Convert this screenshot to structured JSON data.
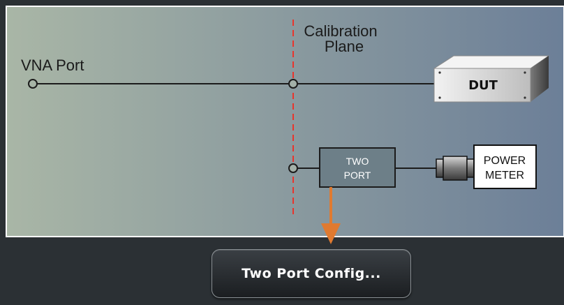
{
  "diagram": {
    "vna_port_label": "VNA Port",
    "calibration_plane_line1": "Calibration",
    "calibration_plane_line2": "Plane",
    "dut_label": "DUT",
    "two_port_line1": "TWO",
    "two_port_line2": "PORT",
    "power_meter_line1": "POWER",
    "power_meter_line2": "METER"
  },
  "colors": {
    "panel_left": "#a9b6a6",
    "panel_right": "#6d8098",
    "calibration_line": "#e8342c",
    "arrow": "#e07a30",
    "outer_frame": "#2b3034"
  },
  "button": {
    "label": "Two Port Config..."
  }
}
